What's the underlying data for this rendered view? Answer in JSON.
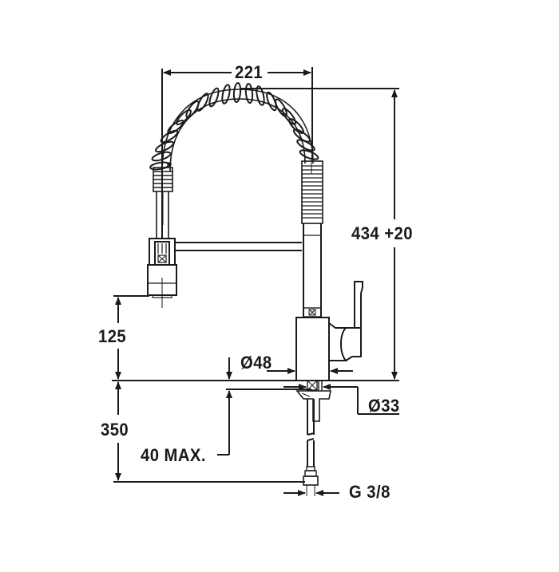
{
  "drawing": {
    "subject": "Pull-out spring kitchen faucet dimension drawing",
    "stroke_color": "#1a1a1a",
    "background": "#ffffff",
    "dimensions": {
      "width": "221",
      "height": "434 +20",
      "spout_clearance": "125",
      "hose_length": "350",
      "max_counter_thickness": "40 MAX.",
      "base_diameter": "Ø48",
      "mount_hole_diameter": "Ø33",
      "connection_thread": "G 3/8"
    }
  }
}
